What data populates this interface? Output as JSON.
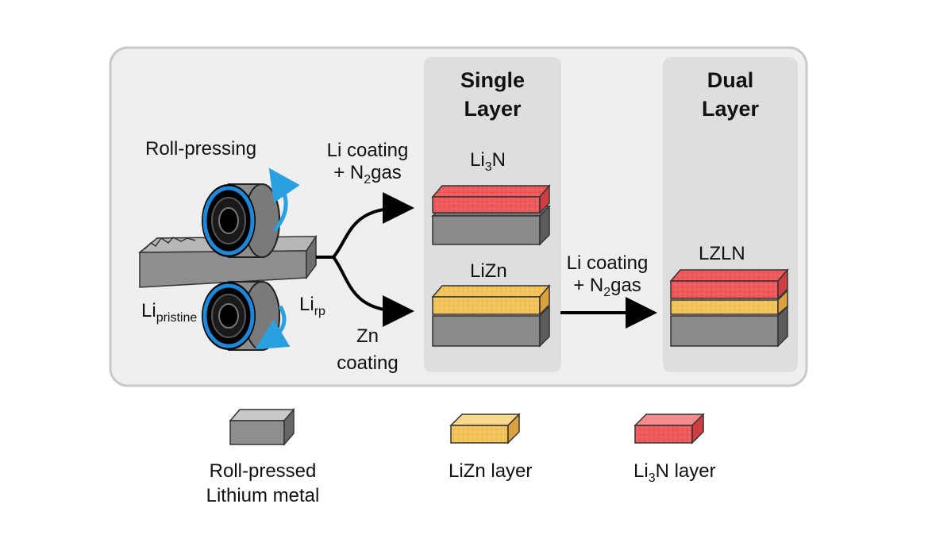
{
  "process": {
    "roll_pressing": "Roll-pressing",
    "li_pristine": {
      "base": "Li",
      "sub": "pristine"
    },
    "li_rp": {
      "base": "Li",
      "sub": "rp"
    },
    "li_coating_1": {
      "line1": "Li coating",
      "line2_pre": "+ N",
      "line2_sub": "2",
      "line2_post": "gas"
    },
    "zn_coating": {
      "line1": "Zn",
      "line2": "coating"
    },
    "li_coating_2": {
      "line1": "Li coating",
      "line2_pre": "+ N",
      "line2_sub": "2",
      "line2_post": "gas"
    }
  },
  "single_layer": {
    "title_line1": "Single",
    "title_line2": "Layer",
    "li3n": {
      "base": "Li",
      "sub": "3",
      "post": "N"
    },
    "lizn": "LiZn"
  },
  "dual_layer": {
    "title_line1": "Dual",
    "title_line2": "Layer",
    "lzln": "LZLN"
  },
  "legend": {
    "rp_line1": "Roll-pressed",
    "rp_line2": "Lithium metal",
    "lizn_layer": "LiZn layer",
    "li3n_layer": {
      "base": "Li",
      "sub": "3",
      "post": "N layer"
    }
  },
  "colors": {
    "panel_bg": "#efefef",
    "panel_border": "#cccccc",
    "column_bg": "#dedede",
    "lithium_gray": "#8a8a8a",
    "lizn_yellow": "#f3c35b",
    "li3n_red": "#ef5a5d",
    "roller_blue": "#1e88d8",
    "rotation_arrow_blue": "#2aa0e0"
  }
}
